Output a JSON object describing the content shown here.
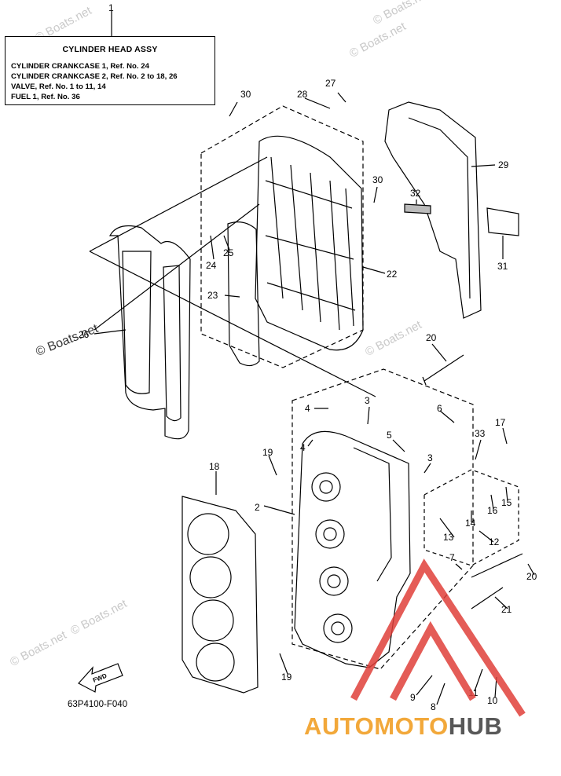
{
  "ref_box": {
    "item": "1",
    "title": "CYLINDER HEAD ASSY",
    "lines": [
      "CYLINDER CRANKCASE 1, Ref. No. 24",
      "CYLINDER CRANKCASE 2, Ref. No. 2 to 18, 26",
      "VALVE,  Ref. No. 1 to 11, 14",
      "FUEL 1,  Ref. No. 36"
    ]
  },
  "callouts": [
    "30",
    "28",
    "27",
    "29",
    "30",
    "32",
    "31",
    "25",
    "24",
    "22",
    "23",
    "26",
    "20",
    "4",
    "3",
    "6",
    "17",
    "4",
    "5",
    "33",
    "3",
    "19",
    "15",
    "16",
    "14",
    "12",
    "13",
    "18",
    "2",
    "7",
    "20",
    "21",
    "19",
    "9",
    "11",
    "10",
    "8"
  ],
  "fwd_label": "FWD",
  "diagram_code": "63P4100-F040",
  "watermark": "© Boats.net",
  "brand": {
    "part1": "AUTOMOTO",
    "part2": "HUB"
  },
  "colors": {
    "brand_orange": "#f2a83a",
    "brand_gray": "#585858",
    "logo_red": "#e0403a",
    "watermark": "#c9c9c9"
  }
}
